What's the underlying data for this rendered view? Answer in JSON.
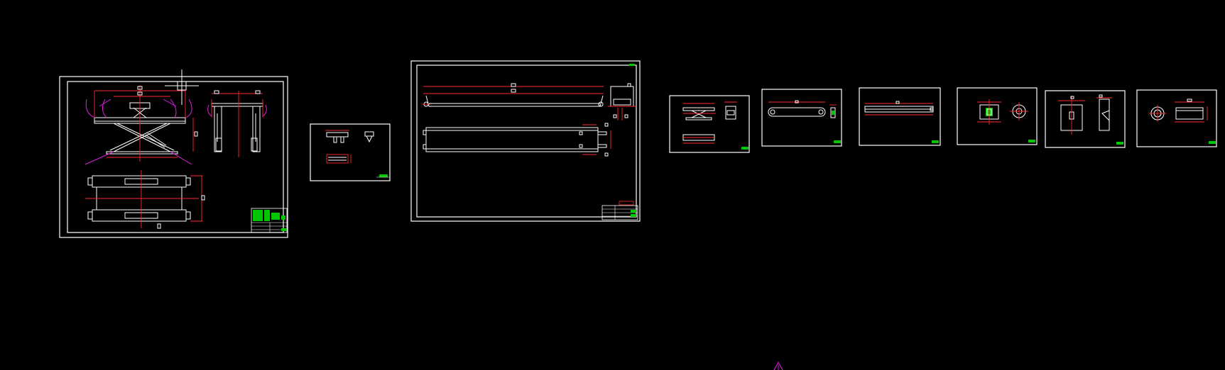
{
  "colors": {
    "background": "#000000",
    "frame": "#ffffff",
    "dimension": "#ff2a2a",
    "construction": "#e020e0",
    "title_block_fill": "#00c800",
    "crosshair": "#ffffff"
  },
  "sheets": [
    {
      "id": "assembly",
      "icon": "scissor-lift-assembly-drawing"
    },
    {
      "id": "detail-small",
      "icon": "part-detail-drawing"
    },
    {
      "id": "base-frame",
      "icon": "long-beam-drawing"
    },
    {
      "id": "part-1",
      "icon": "lift-sketch-drawing"
    },
    {
      "id": "part-2",
      "icon": "link-arm-drawing"
    },
    {
      "id": "part-3",
      "icon": "rail-drawing"
    },
    {
      "id": "part-4",
      "icon": "bushing-drawing"
    },
    {
      "id": "part-5",
      "icon": "bracket-drawing"
    },
    {
      "id": "part-6",
      "icon": "ring-drawing"
    }
  ],
  "cursor": {
    "icon": "crosshair-cursor"
  },
  "ucs": {
    "icon": "ucs-marker-icon"
  }
}
